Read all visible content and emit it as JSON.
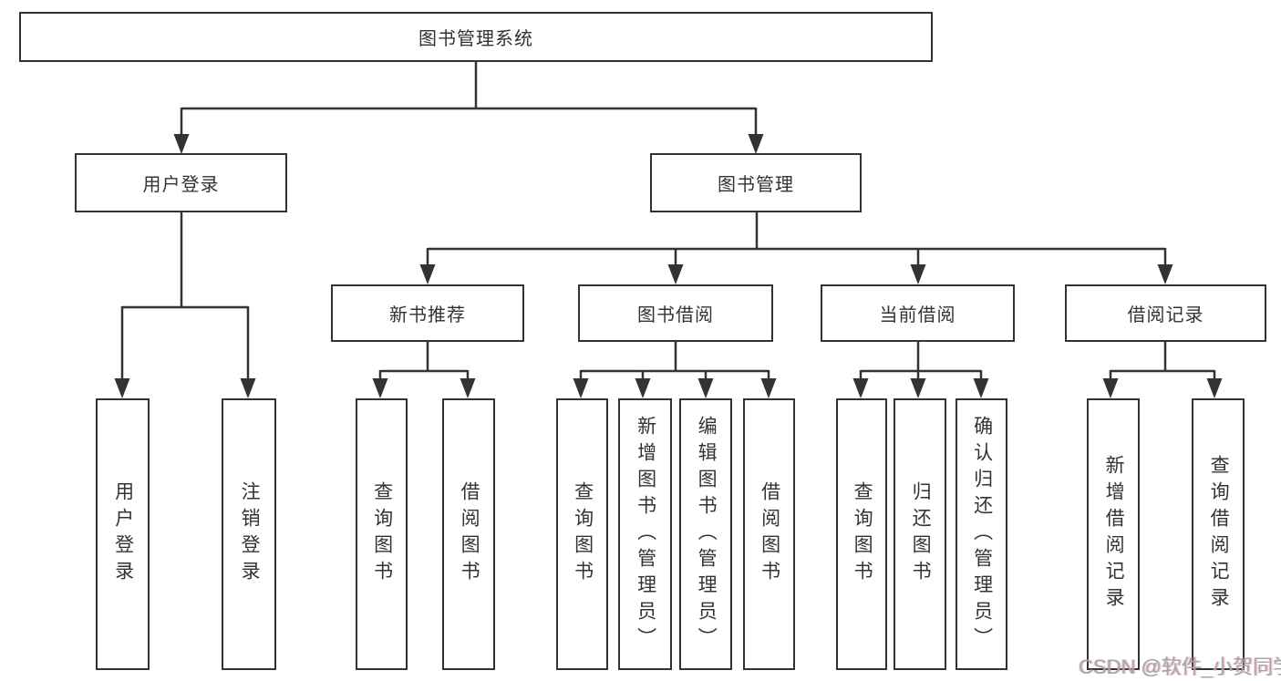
{
  "nodes": {
    "root": "图书管理系统",
    "level2": [
      "用户登录",
      "图书管理"
    ],
    "level3": [
      "新书推荐",
      "图书借阅",
      "当前借阅",
      "借阅记录"
    ],
    "leaves_login": [
      "用户登录",
      "注销登录"
    ],
    "leaves_recommend": [
      "查询图书",
      "借阅图书"
    ],
    "leaves_borrow": [
      "查询图书",
      "新增图书（管理员）",
      "编辑图书（管理员）",
      "借阅图书"
    ],
    "leaves_current": [
      "查询图书",
      "归还图书",
      "确认归还（管理员）"
    ],
    "leaves_records": [
      "新增借阅记录",
      "查询借阅记录"
    ]
  },
  "watermark": "CSDN @软件_小贺同学",
  "colors": {
    "line": "#333333",
    "text": "#333333",
    "box_background": "#ffffff",
    "watermark": "#a6a6a6"
  }
}
